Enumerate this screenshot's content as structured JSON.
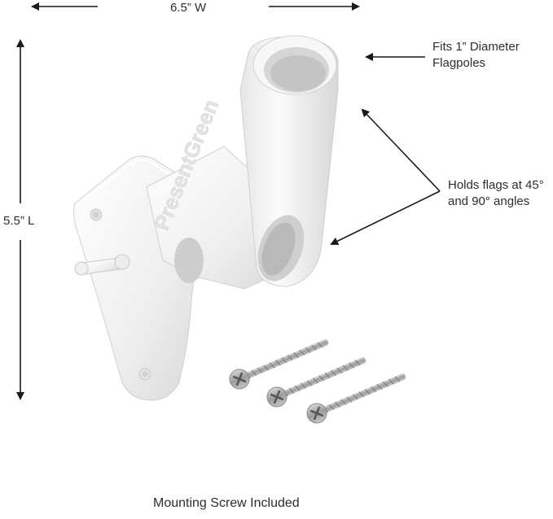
{
  "dimensions": {
    "width_label": "6.5” W",
    "length_label": "5.5” L"
  },
  "callouts": {
    "fits": [
      "Fits 1” Diameter",
      "Flagpoles"
    ],
    "holds": [
      "Holds flags at 45°",
      "and 90° angles"
    ]
  },
  "caption": "Mounting Screw Included",
  "product": {
    "brand_embossing": "PresentGreen",
    "color": "#f2f2f2",
    "screw_count": 3,
    "screw_color": "#a9a9a9"
  },
  "colors": {
    "arrow": "#1a1a1a",
    "text": "#2e2e2e",
    "background": "#ffffff"
  }
}
